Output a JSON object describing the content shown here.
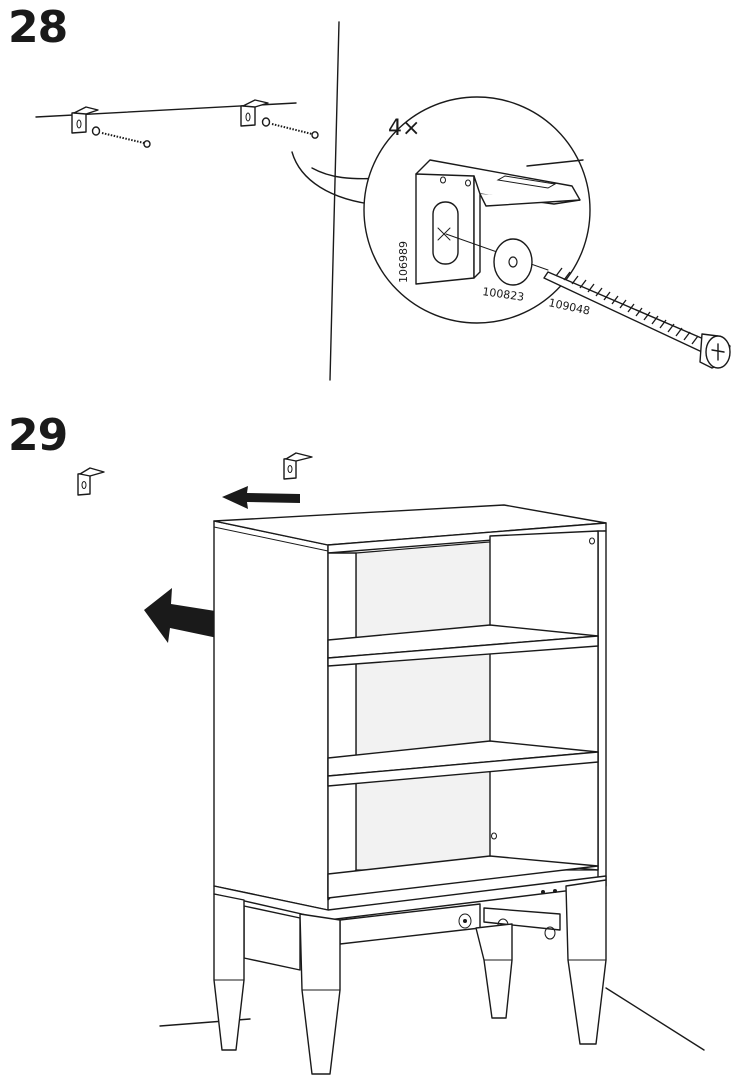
{
  "steps": [
    {
      "number": "28"
    },
    {
      "number": "29"
    }
  ],
  "detail": {
    "quantity": "4×",
    "part_numbers": {
      "bracket": "106989",
      "washer": "100823",
      "screw": "109048"
    }
  },
  "icons": [
    "wall-bracket-icon",
    "washer-icon",
    "screw-icon",
    "arrow-left-icon"
  ]
}
